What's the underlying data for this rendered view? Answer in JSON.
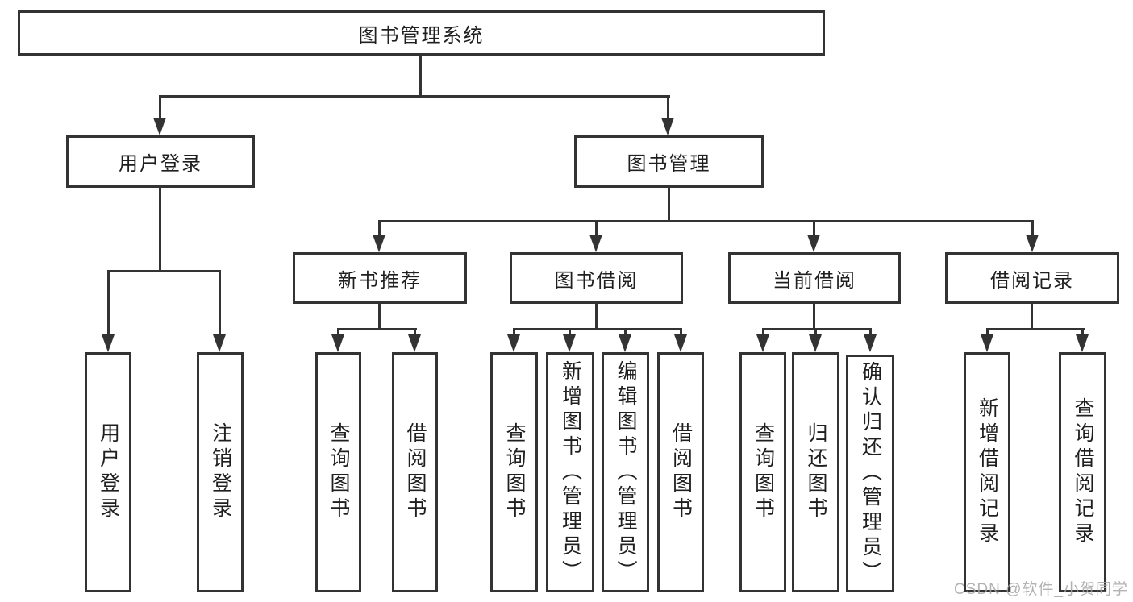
{
  "tree": {
    "root": "图书管理系统",
    "branches": [
      {
        "label": "用户登录",
        "children": [
          "用户登录",
          "注销登录"
        ]
      },
      {
        "label": "图书管理",
        "sections": [
          {
            "label": "新书推荐",
            "children": [
              "查询图书",
              "借阅图书"
            ]
          },
          {
            "label": "图书借阅",
            "children": [
              "查询图书",
              "新增图书（管理员）",
              "编辑图书（管理员）",
              "借阅图书"
            ]
          },
          {
            "label": "当前借阅",
            "children": [
              "查询图书",
              "归还图书",
              "确认归还（管理员）"
            ]
          },
          {
            "label": "借阅记录",
            "children": [
              "新增借阅记录",
              "查询借阅记录"
            ]
          }
        ]
      }
    ]
  },
  "watermark": {
    "text": "CSDN @软件_小贺同学"
  },
  "colors": {
    "line": "#333333",
    "text": "#1f1f1f",
    "watermark": "#a5a5a5",
    "background": "#ffffff"
  }
}
